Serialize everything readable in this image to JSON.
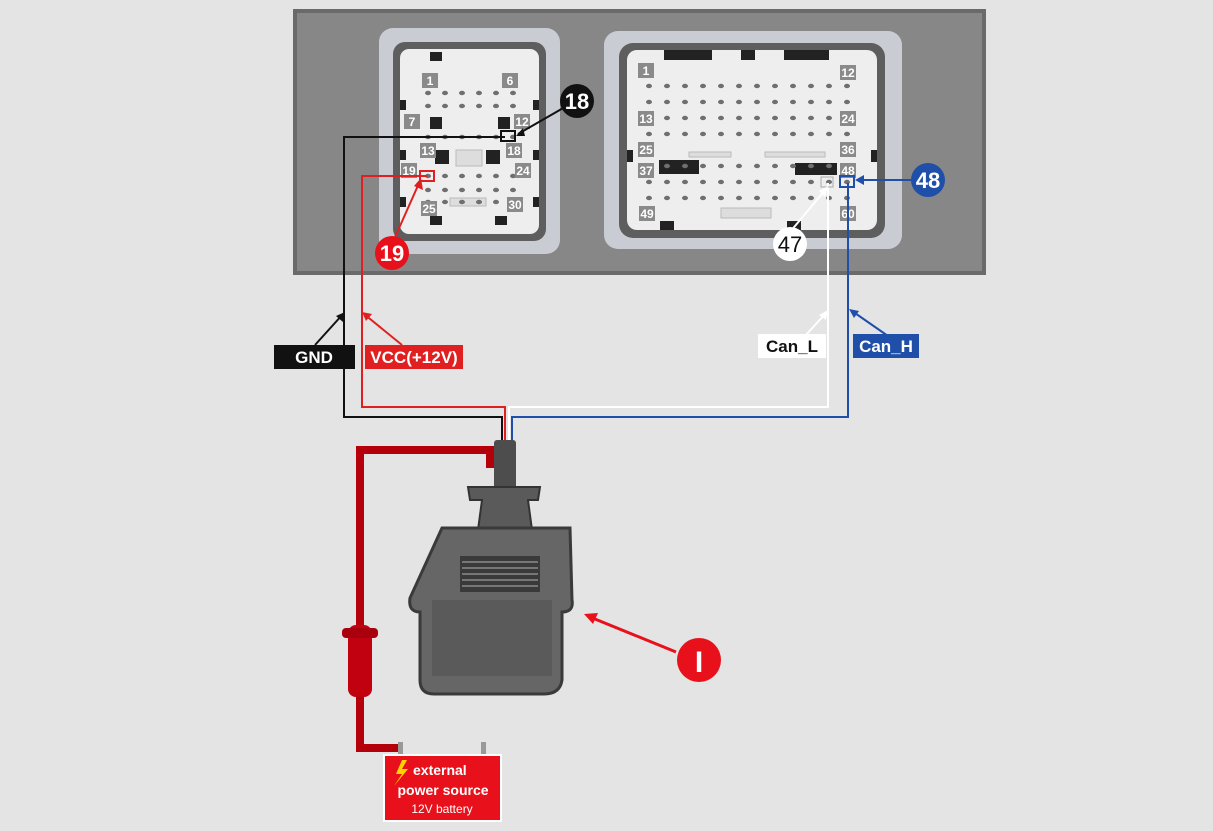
{
  "colors": {
    "gnd_wire": "#111111",
    "vcc_wire": "#e02020",
    "can_l_wire": "#ffffff",
    "can_h_wire": "#1f4fa8",
    "ecu_housing": "#878787",
    "connector_body": "#6b6b6b",
    "badge_red": "#e8111b",
    "badge_blue": "#1f4fa8",
    "power_cable": "#b3000a",
    "power_box": "#e8111b",
    "obd_body": "#666666"
  },
  "left_connector": {
    "pin_labels": [
      "1",
      "6",
      "7",
      "12",
      "13",
      "18",
      "19",
      "24",
      "25",
      "30"
    ]
  },
  "right_connector": {
    "pin_labels": [
      "1",
      "12",
      "13",
      "24",
      "25",
      "36",
      "37",
      "48",
      "49",
      "60"
    ]
  },
  "callouts": {
    "pin18": "18",
    "pin19": "19",
    "pin47": "47",
    "pin48": "48",
    "obd_marker": "I"
  },
  "wire_labels": {
    "gnd": "GND",
    "vcc": "VCC(+12V)",
    "can_l": "Can_L",
    "can_h": "Can_H"
  },
  "power_source": {
    "icon": "lightning-icon",
    "line1": "external",
    "line2": "power source",
    "line3": "12V battery"
  }
}
